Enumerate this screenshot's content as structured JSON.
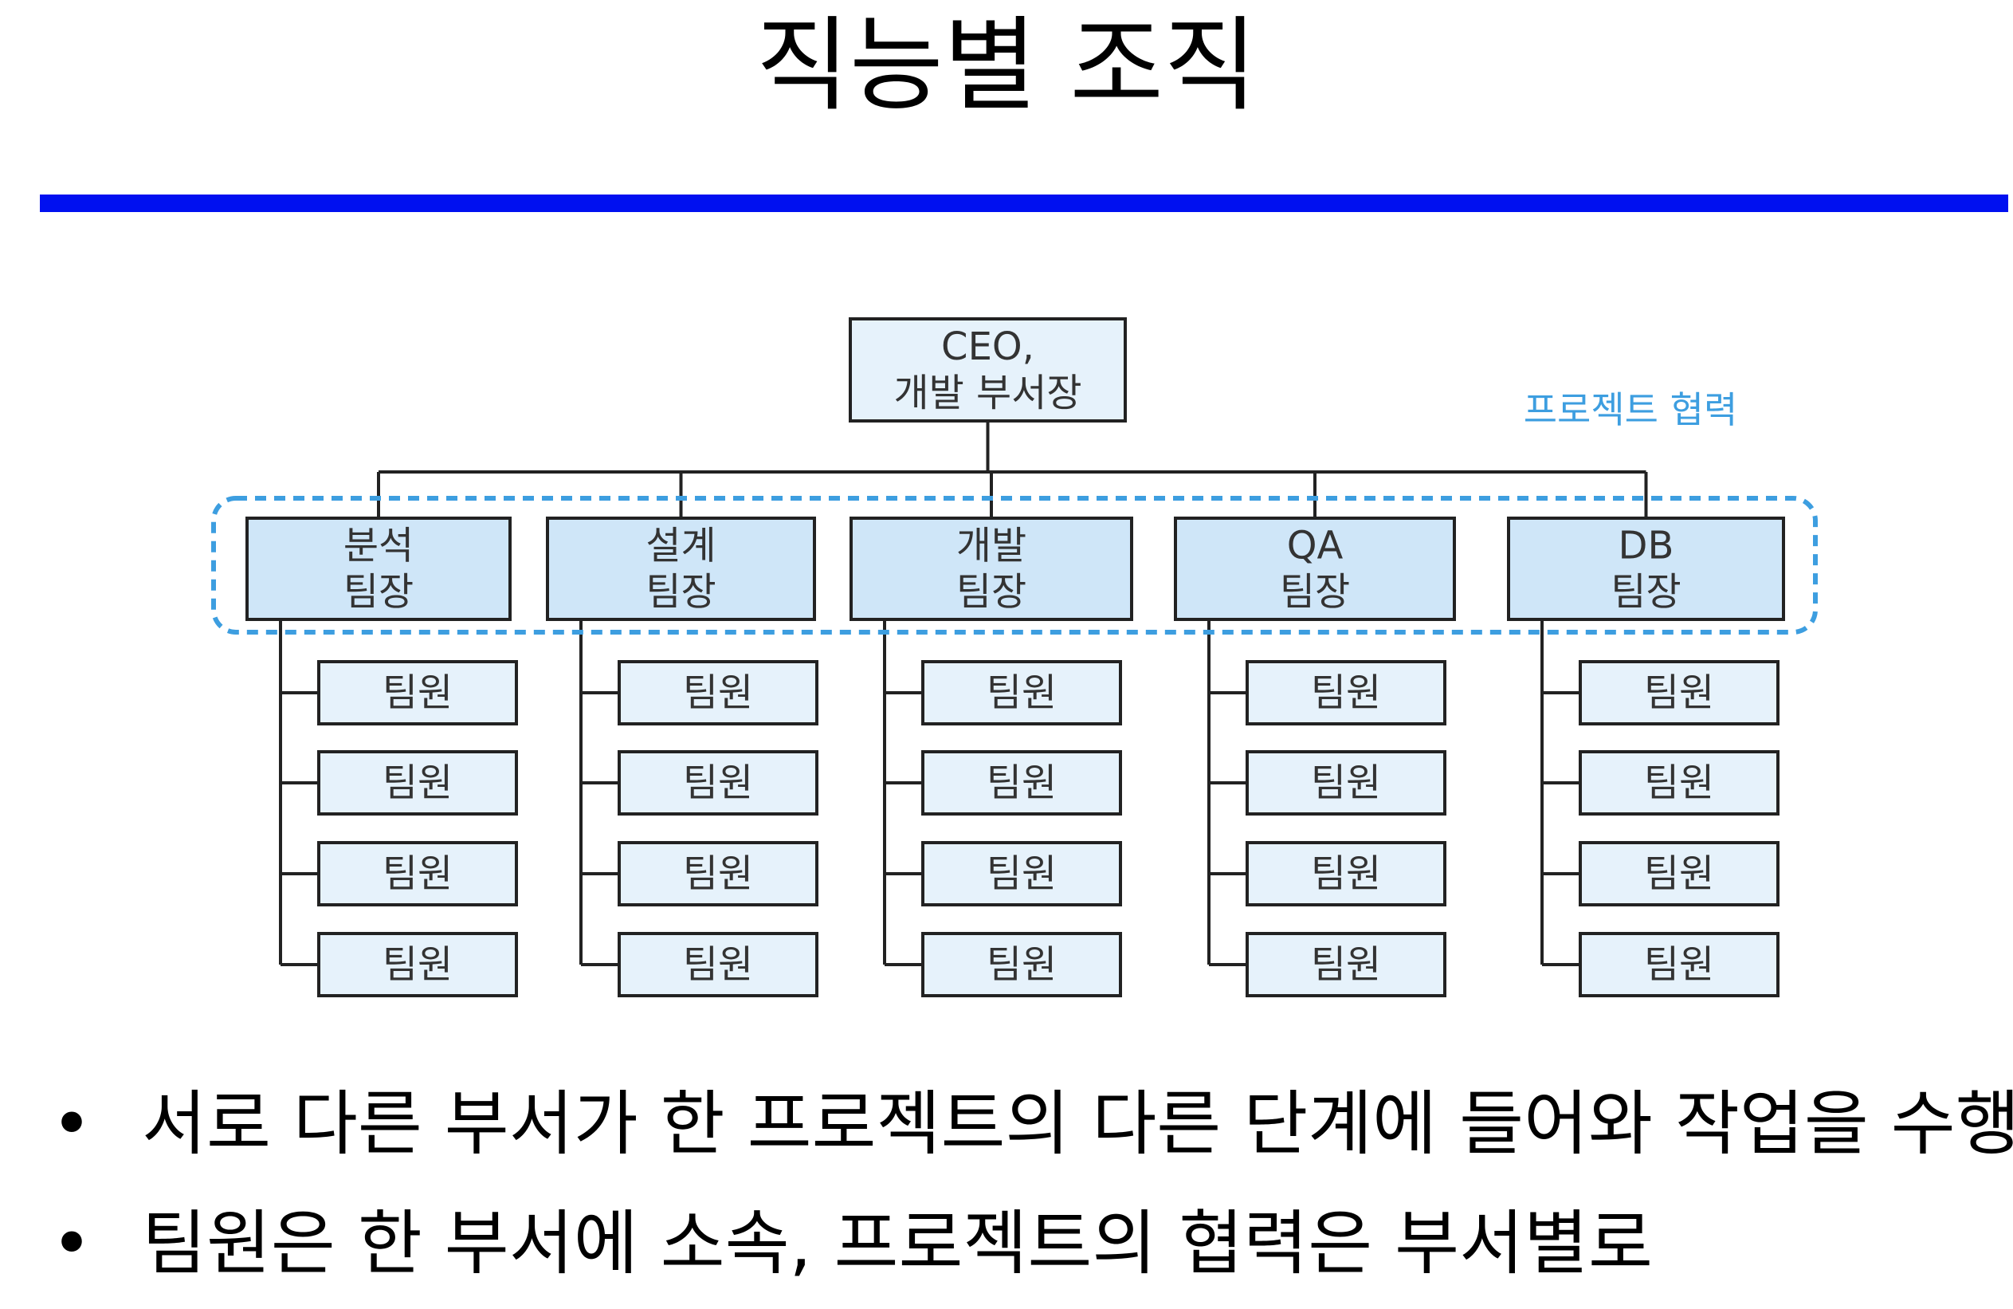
{
  "title": "직능별 조직",
  "colors": {
    "rule": "#0010f0",
    "box_fill_light": "#e6f2fb",
    "box_fill_head": "#cfe6f8",
    "box_stroke": "#222222",
    "dashed": "#3d9ee0",
    "collab_text": "#3d9ee0"
  },
  "diagram": {
    "ceo": [
      "CEO,",
      "개발 부서장"
    ],
    "collaboration_label": "프로젝트 협력",
    "teams": [
      {
        "leader": [
          "분석",
          "팀장"
        ],
        "members": [
          "팀원",
          "팀원",
          "팀원",
          "팀원"
        ]
      },
      {
        "leader": [
          "설계",
          "팀장"
        ],
        "members": [
          "팀원",
          "팀원",
          "팀원",
          "팀원"
        ]
      },
      {
        "leader": [
          "개발",
          "팀장"
        ],
        "members": [
          "팀원",
          "팀원",
          "팀원",
          "팀원"
        ]
      },
      {
        "leader": [
          "QA",
          "팀장"
        ],
        "members": [
          "팀원",
          "팀원",
          "팀원",
          "팀원"
        ]
      },
      {
        "leader": [
          "DB",
          "팀장"
        ],
        "members": [
          "팀원",
          "팀원",
          "팀원",
          "팀원"
        ]
      }
    ]
  },
  "bullets": [
    "서로 다른 부서가 한 프로젝트의 다른 단계에 들어와 작업을 수행",
    "팀원은 한 부서에 소속, 프로젝트의 협력은 부서별로"
  ],
  "bullet_symbol": "•"
}
